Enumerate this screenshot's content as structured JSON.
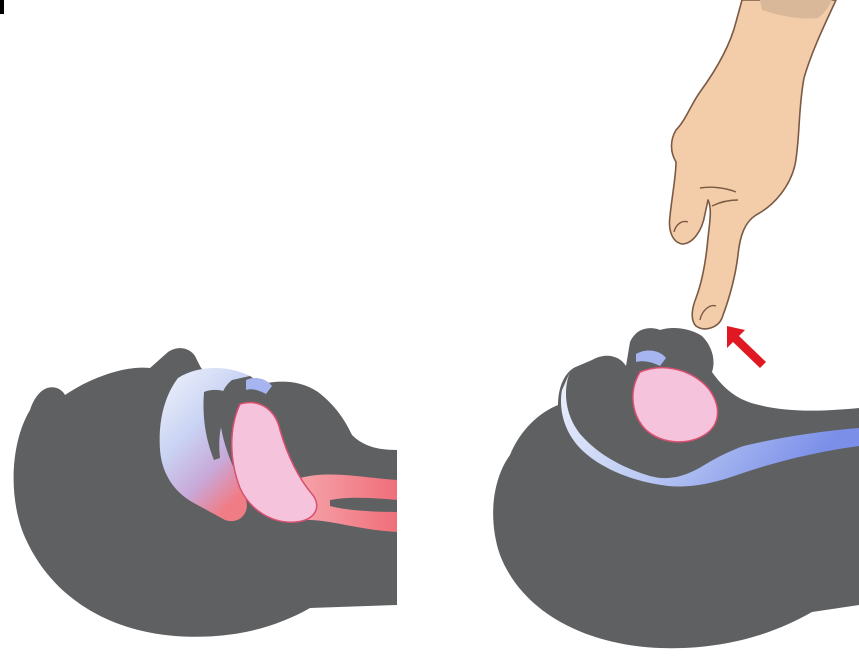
{
  "figure": {
    "panels": [
      {
        "id": "left",
        "state": "airway-blocked"
      },
      {
        "id": "right",
        "state": "airway-open"
      }
    ],
    "colors": {
      "head": "#5e6062",
      "skin": "#f3cda9",
      "skin_outline": "#7a5a45",
      "tongue": "#f5c4dc",
      "tongue_outline": "#d94f6f",
      "air_open": "#7e92ec",
      "air_light": "#e6ecfa",
      "airway_blocked": "#f2747b",
      "arrow": "#e01822"
    },
    "icons": [
      "head-silhouette-icon",
      "tongue-icon",
      "hand-icon",
      "arrow-up-icon"
    ]
  }
}
